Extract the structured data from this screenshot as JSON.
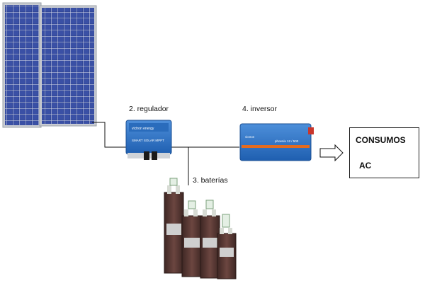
{
  "labels": {
    "regulator": "2. regulador",
    "inverter": "4. inversor",
    "batteries": "3. baterías"
  },
  "consumos": {
    "title": "CONSUMOS",
    "subtitle": "AC"
  },
  "devices": {
    "regulator_brand": "victron energy",
    "regulator_model": "SMART SOLAR MPPT",
    "inverter_brand": "victron",
    "inverter_model": "phoenix 12 / 500"
  },
  "colors": {
    "panel_cell": "#2b3f8c",
    "device_blue": "#2f74c8",
    "battery_body": "#5a3a35",
    "accent_orange": "#e36b1f",
    "connector": "#111111"
  }
}
